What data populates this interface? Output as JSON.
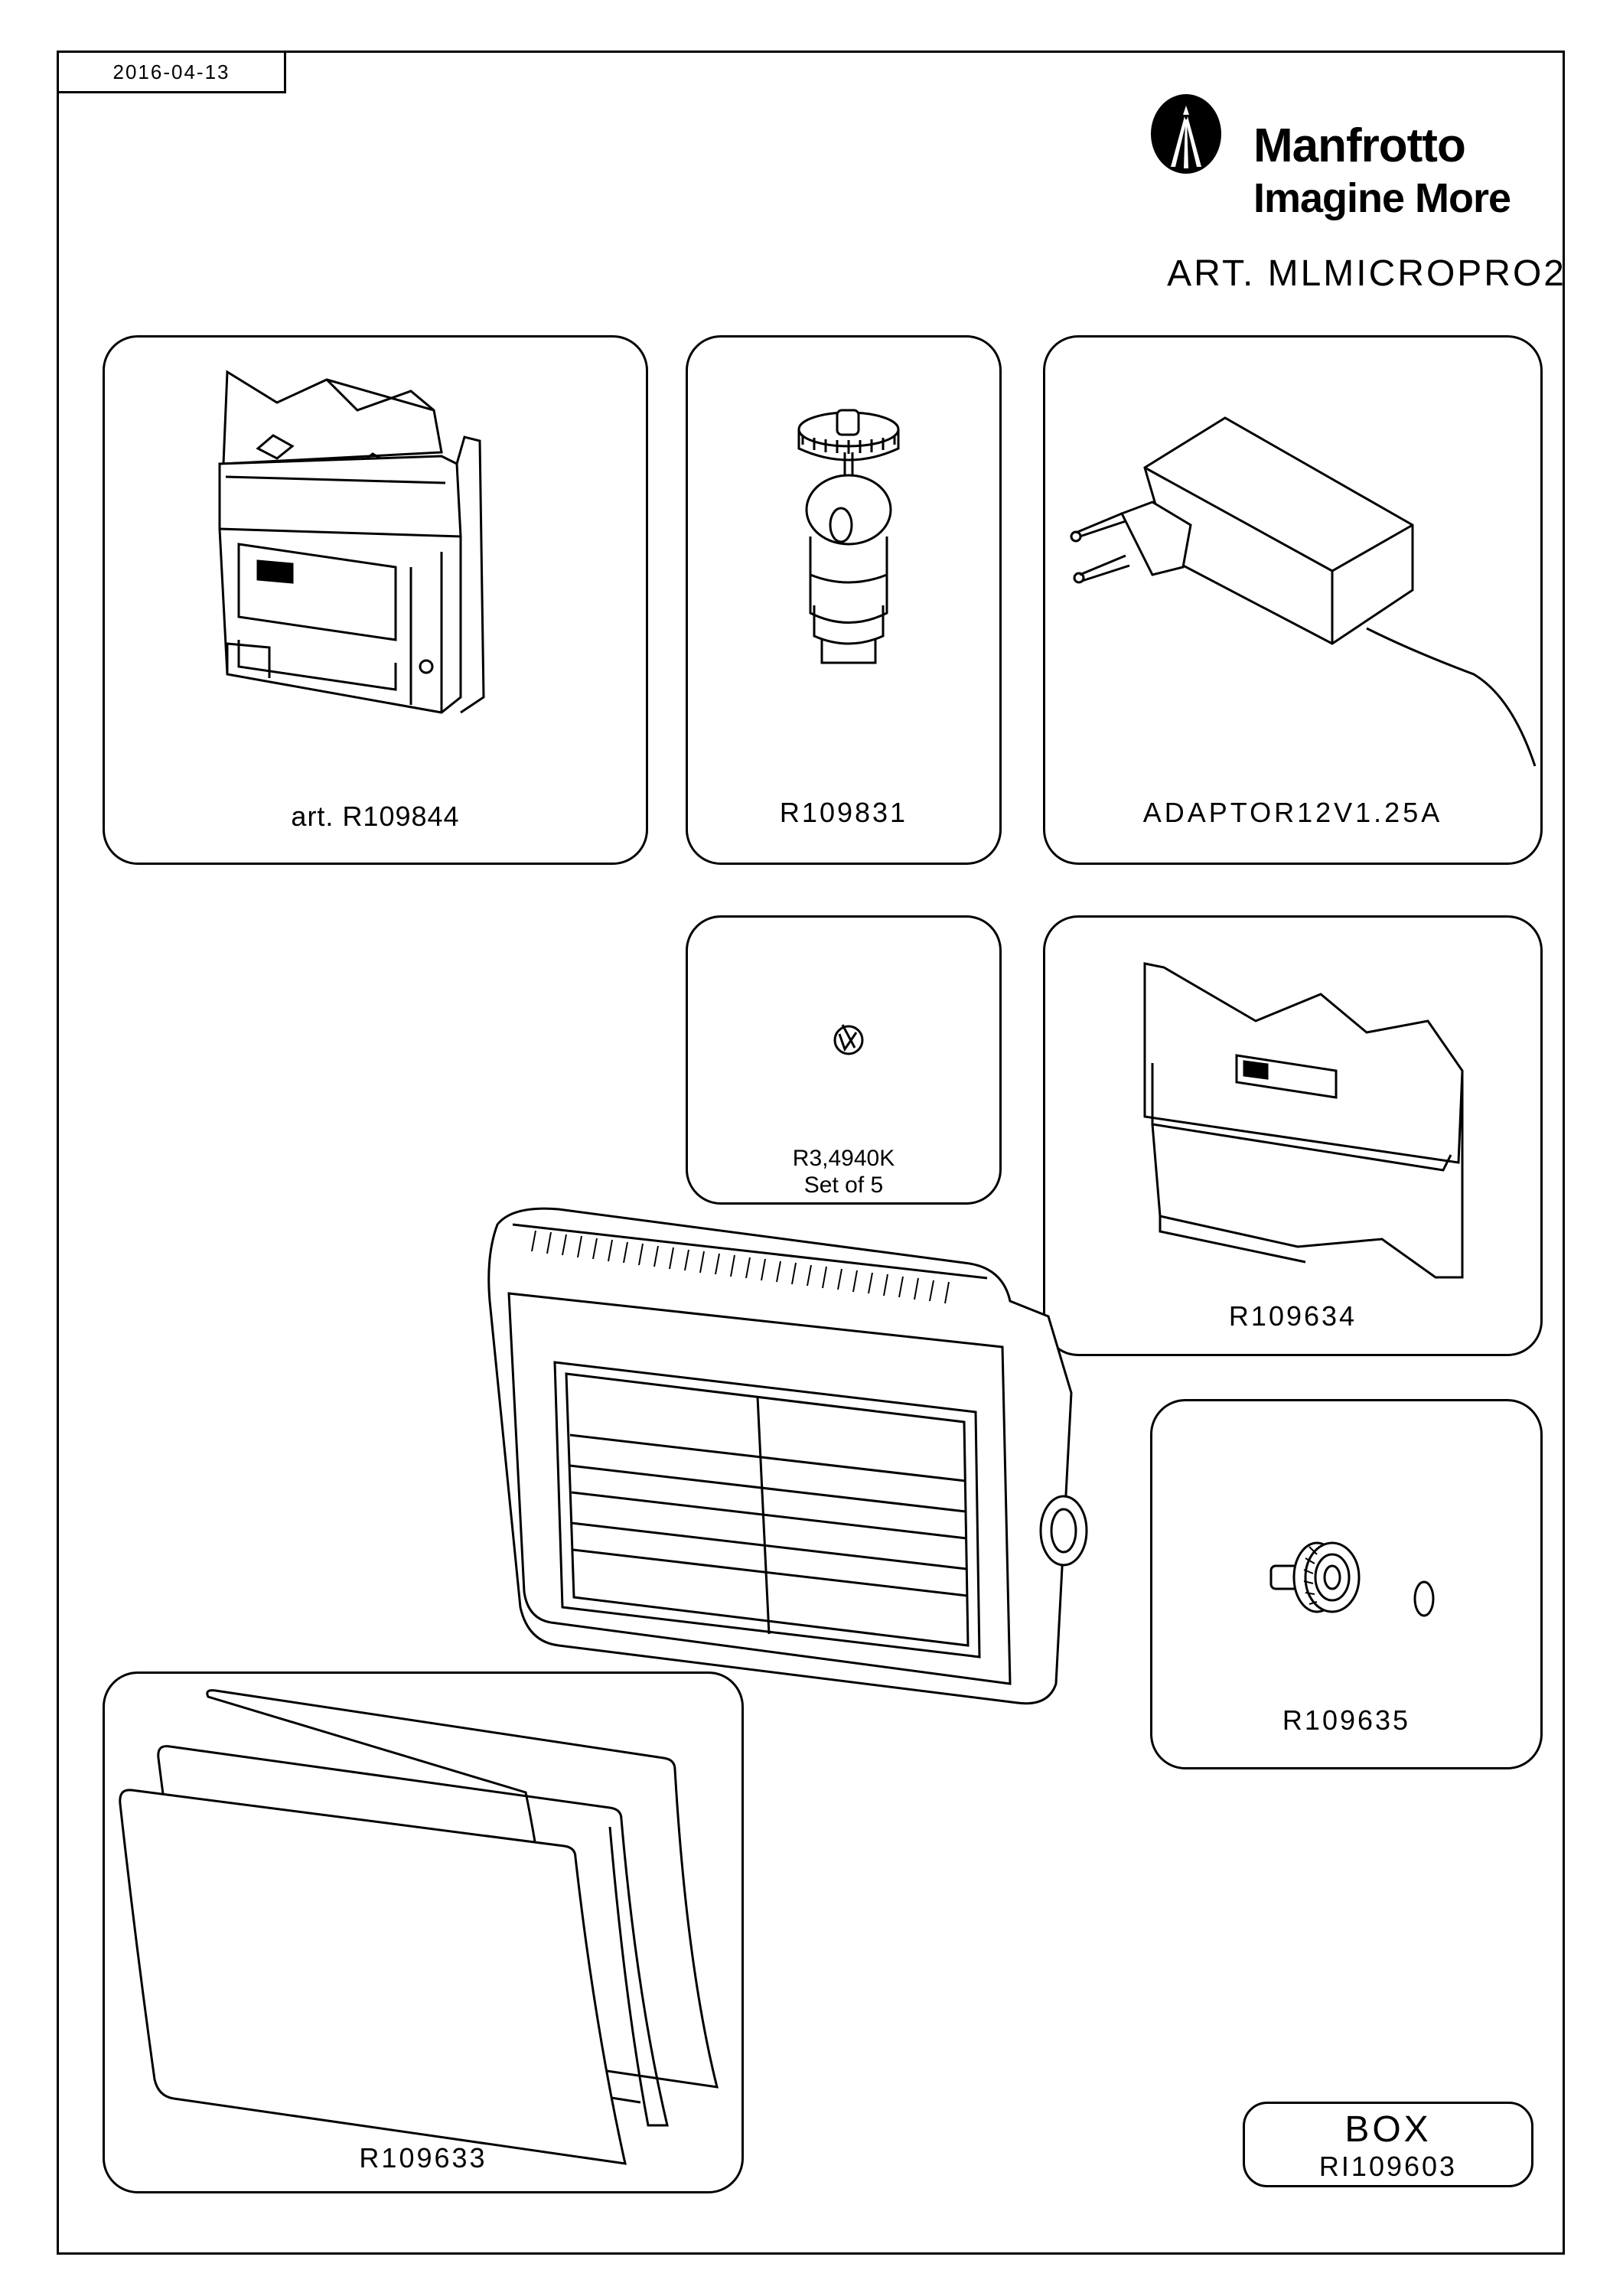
{
  "header": {
    "date": "2016-04-13",
    "brand": "Manfrotto",
    "tagline": "Imagine More",
    "article": "ART. MLMICROPRO2"
  },
  "parts": [
    {
      "code": "art. R109844"
    },
    {
      "code": "R109831"
    },
    {
      "code": "ADAPTOR12V1.25A"
    },
    {
      "code_line1": "R3,4940K",
      "code_line2": "Set of 5"
    },
    {
      "code": "R109634"
    },
    {
      "code": "R109635"
    },
    {
      "code": "R109633"
    }
  ],
  "box": {
    "title": "BOX",
    "code": "RI109603"
  }
}
